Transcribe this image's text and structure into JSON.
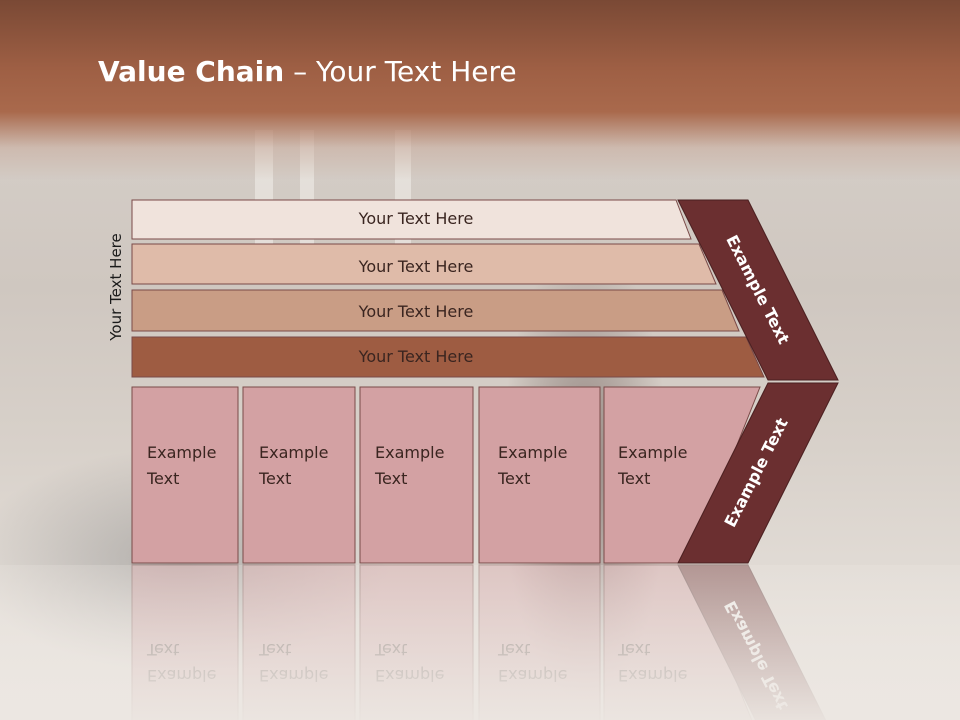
{
  "slide": {
    "title_bold": "Value Chain",
    "title_rest": " – Your Text Here",
    "side_label": "Your Text Here",
    "bars": [
      {
        "label": "Your Text Here",
        "color": "#f0e3dc"
      },
      {
        "label": "Your Text Here",
        "color": "#dfbba9"
      },
      {
        "label": "Your Text Here",
        "color": "#c99d85"
      },
      {
        "label": "Your Text Here",
        "color": "#9e5c42"
      }
    ],
    "columns": [
      {
        "line1": "Example",
        "line2": "Text"
      },
      {
        "line1": "Example",
        "line2": "Text"
      },
      {
        "line1": "Example",
        "line2": "Text"
      },
      {
        "line1": "Example",
        "line2": "Text"
      },
      {
        "line1": "Example",
        "line2": "Text"
      }
    ],
    "chevron_upper_label": "Example Text",
    "chevron_lower_label": "Example Text",
    "colors": {
      "header": "#9e5f44",
      "column_fill": "#d3a1a3",
      "chevron": "#6b2f30",
      "border": "#7a4a48"
    }
  }
}
